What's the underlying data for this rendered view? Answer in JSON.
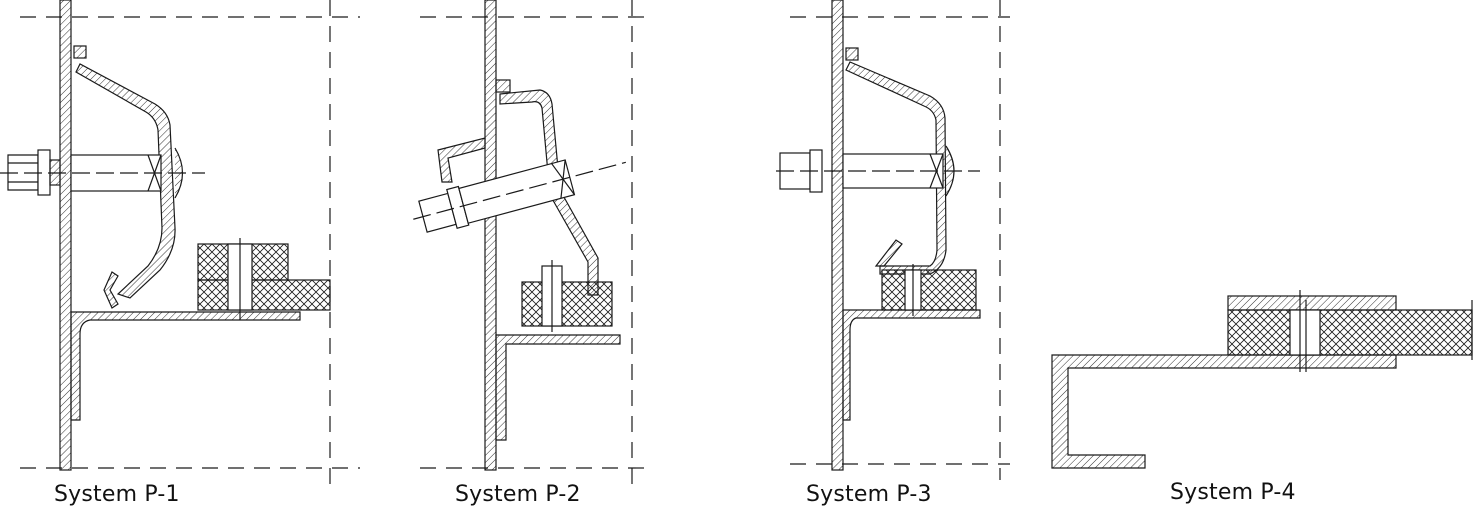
{
  "diagram": {
    "systems": [
      {
        "id": "p1",
        "label": "System P-1"
      },
      {
        "id": "p2",
        "label": "System P-2"
      },
      {
        "id": "p3",
        "label": "System P-3"
      },
      {
        "id": "p4",
        "label": "System P-4"
      }
    ]
  },
  "colors": {
    "line": "#1a1a1a",
    "hatch": "#1a1a1a",
    "background": "#ffffff"
  }
}
